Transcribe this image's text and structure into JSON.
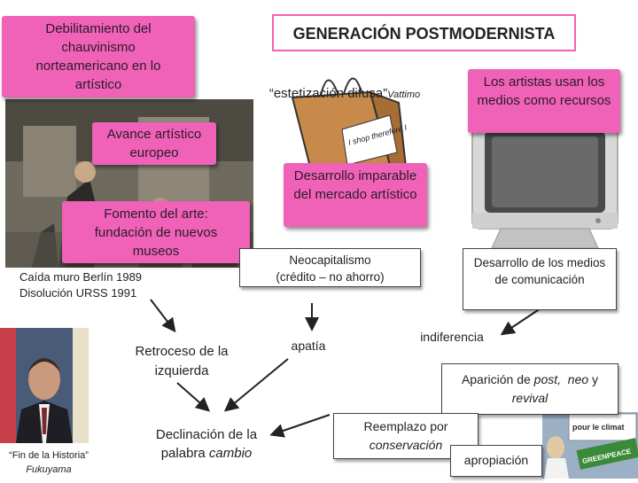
{
  "title": "GENERACIÓN POSTMODERNISTA",
  "boxes": {
    "chauvinismo": "Debilitamiento del chauvinismo norteamericano en lo artístico",
    "avance": "Avance artístico europeo",
    "fomento": "Fomento del arte: fundación de nuevos museos",
    "artistas": "Los artistas usan los medios como recursos",
    "mercado": "Desarrollo imparable del mercado artístico"
  },
  "quote": {
    "text": "“estetización difusa”",
    "author": "Vattimo"
  },
  "caida": {
    "line1": "Caída muro Berlín 1989",
    "line2": "Disolución URSS 1991"
  },
  "neocap": "Neocapitalismo (crédito – no ahorro)",
  "medios": "Desarrollo de los medios de comunicación",
  "retroceso": "Retroceso de la izquierda",
  "apatia": "apatía",
  "indiferencia": "indiferencia",
  "aparicion": {
    "prefix": "Aparición de ",
    "post": "post,",
    "neo": "neo",
    "y": " y ",
    "revival": "revival"
  },
  "declinacion": {
    "prefix": "Declinación de la palabra ",
    "word": "cambio"
  },
  "reemplazo": {
    "prefix": "Reemplazo por ",
    "word": "conservación"
  },
  "apropiacion": "apropiación",
  "fukuyama": {
    "quote": "“Fin de la Historia”",
    "author": "Fukuyama"
  },
  "bag_text": "I shop therefore I am",
  "protest_sign": "pour le climat",
  "banner_text": "GREENPEACE",
  "colors": {
    "pink": "#f062b8",
    "bag": "#c88a4a",
    "tv": "#d8d8d8"
  }
}
